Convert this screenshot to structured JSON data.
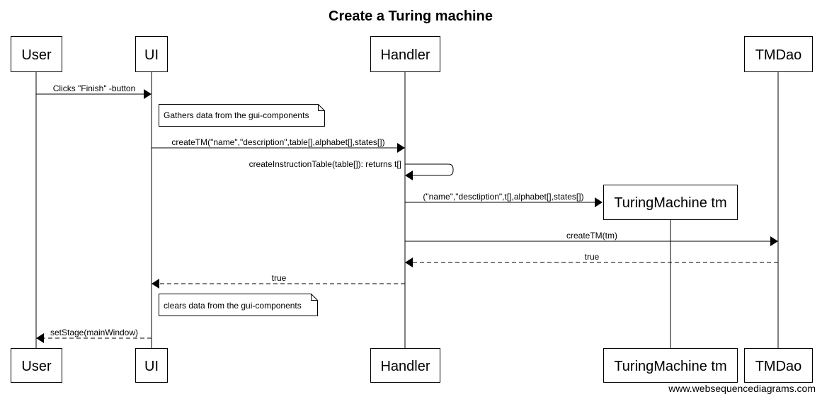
{
  "diagram": {
    "title": "Create a Turing machine",
    "watermark": "www.websequencediagrams.com",
    "participants": [
      {
        "id": "user",
        "label": "User"
      },
      {
        "id": "ui",
        "label": "UI"
      },
      {
        "id": "handler",
        "label": "Handler"
      },
      {
        "id": "tm",
        "label": "TuringMachine tm"
      },
      {
        "id": "tmdao",
        "label": "TMDao"
      }
    ],
    "messages": [
      {
        "label": "Clicks \"Finish\" -button"
      },
      {
        "label": "createTM(\"name\",\"description\",table[],alphabet[],states[])"
      },
      {
        "label": "createInstructionTable(table[]): returns t[]"
      },
      {
        "label": "(\"name\",\"desctiption\",t[],alphabet[],states[])"
      },
      {
        "label": "createTM(tm)"
      },
      {
        "label": "true"
      },
      {
        "label": "true"
      },
      {
        "label": "setStage(mainWindow)"
      }
    ],
    "notes": [
      {
        "label": "Gathers data from the gui-components"
      },
      {
        "label": "clears data from the gui-components"
      }
    ]
  }
}
